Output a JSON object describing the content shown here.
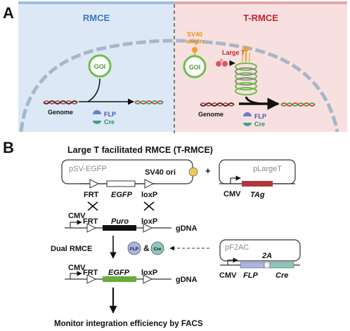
{
  "panel_a": {
    "label": "A",
    "left": {
      "title": "RMCE",
      "goi": "GOI",
      "genome": "Genome",
      "flp": "FLP",
      "cre": "Cre"
    },
    "right": {
      "title": "T-RMCE",
      "sv40_line1": "SV40",
      "sv40_line2": "origin",
      "goi": "GOI",
      "large_t": "Large T",
      "genome": "Genome",
      "flp": "FLP",
      "cre": "Cre"
    },
    "colors": {
      "rmce_title": "#3b78c4",
      "trmce_title": "#c0282d",
      "left_bg": "#dbe8f5",
      "right_bg": "#f7dede",
      "goi_green": "#6cc04a",
      "sv40_orange": "#f0a030",
      "large_t_red": "#e05560"
    }
  },
  "panel_b": {
    "label": "B",
    "title": "Large T facilitated RMCE (T-RMCE)",
    "psv_egfp": {
      "name": "pSV-EGFP",
      "sv40_ori": "SV40 ori",
      "frt": "FRT",
      "egfp": "EGFP",
      "loxp": "loxP"
    },
    "plus": "+",
    "plarget": {
      "name": "pLargeT",
      "cmv": "CMV",
      "tag": "TAg"
    },
    "genomic": {
      "cmv": "CMV",
      "frt": "FRT",
      "puro": "Puro",
      "loxp": "loxP",
      "gdna": "gDNA"
    },
    "dual_rmce": "Dual RMCE",
    "flp_badge": "FLP",
    "amp": "&",
    "cre_badge": "Cre",
    "pf2ac": {
      "name": "pF2AC",
      "cmv": "CMV",
      "flp": "FLP",
      "two_a": "2A",
      "cre": "Cre"
    },
    "result": {
      "cmv": "CMV",
      "frt": "FRT",
      "egfp": "EGFP",
      "loxp": "loxP",
      "gdna": "gDNA"
    },
    "monitor": "Monitor integration efficiency by FACS",
    "colors": {
      "puro": "#111111",
      "egfp_green": "#6aab3c",
      "tag_red": "#b0363c",
      "flp_blue": "#a9b6e6",
      "cre_teal": "#8ac9bd",
      "sv40_yellow": "#f2c94c"
    }
  }
}
